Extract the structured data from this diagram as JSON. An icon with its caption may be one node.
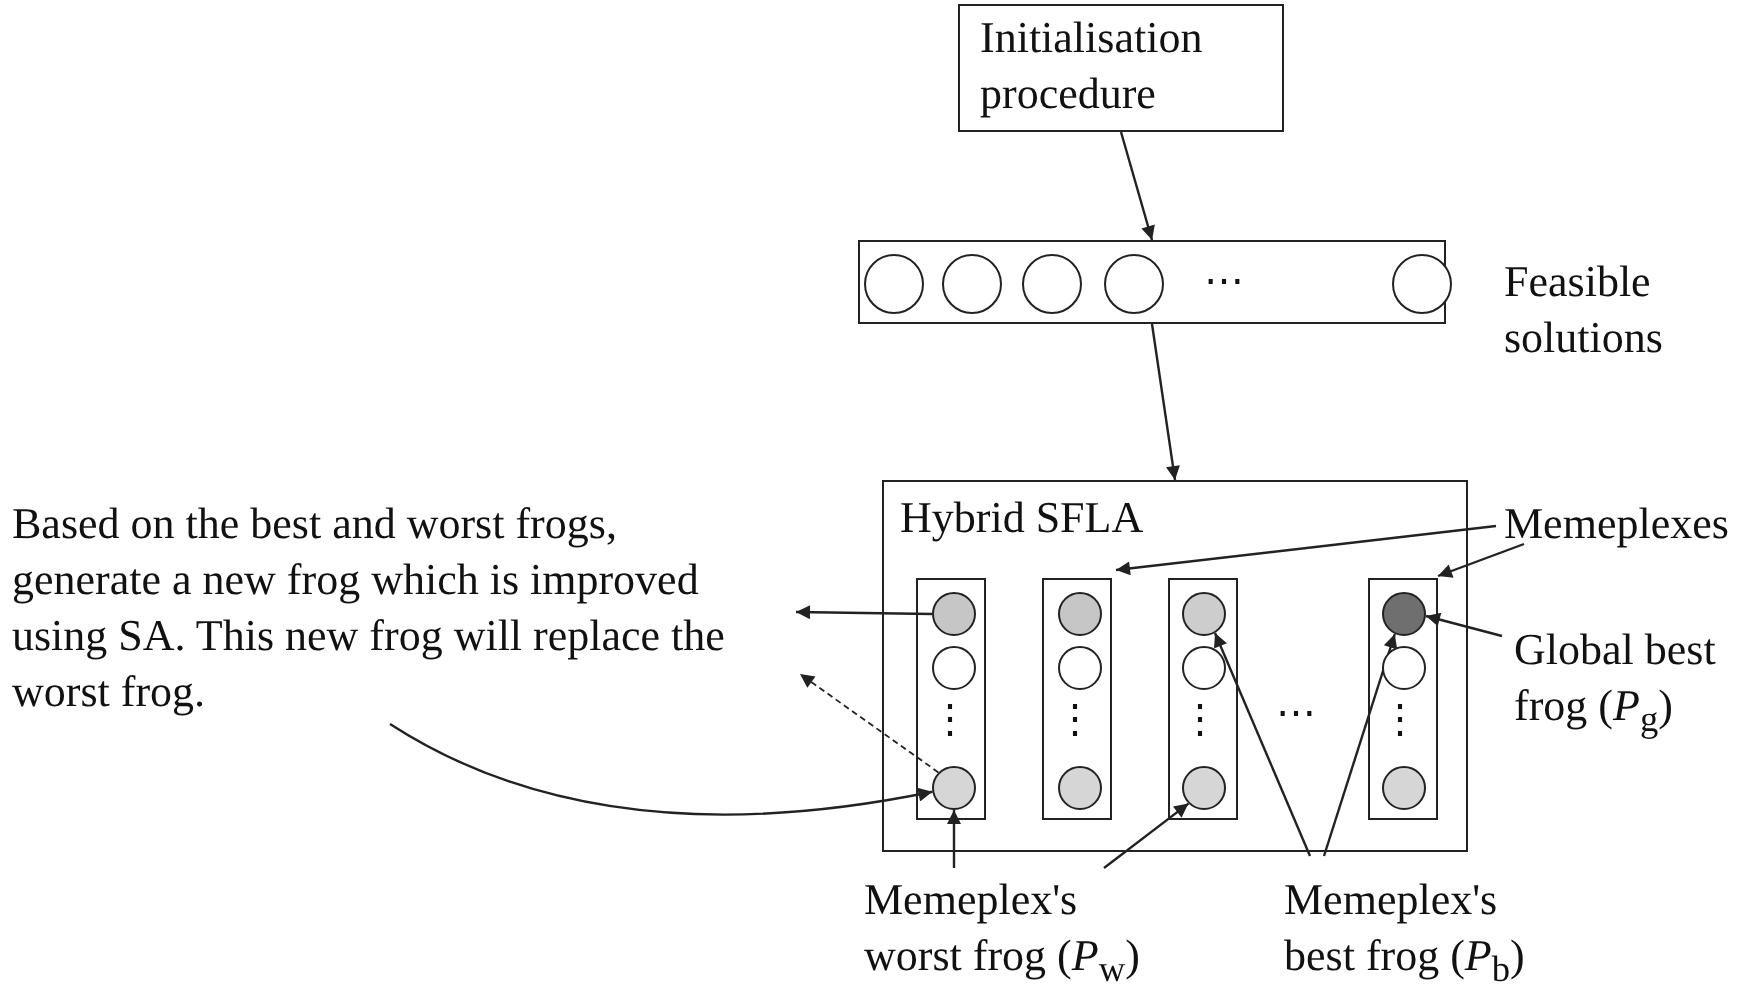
{
  "diagram": {
    "nodes": [
      {
        "text": [
          "Initialisation procedure"
        ]
      },
      {
        "text": [],
        "shape": "box",
        "beside": [
          "Feasible solutions"
        ]
      },
      {
        "text": [],
        "shape": "circle",
        "in": 1
      },
      {
        "text": [],
        "shape": "circle",
        "in": 1
      },
      {
        "text": [],
        "shape": "circle",
        "in": 1
      },
      {
        "text": [],
        "shape": "circle",
        "in": 1
      },
      {
        "text": [],
        "shape": "circle",
        "in": 1
      },
      {
        "text": [
          "Hybrid SFLA"
        ]
      },
      {
        "text": [],
        "shape": "box",
        "in": 7
      },
      {
        "text": [],
        "shape": "circle",
        "in": 8
      },
      {
        "text": [],
        "shape": "circle",
        "in": 8
      },
      {
        "text": [],
        "shape": "circle",
        "in": 8
      },
      {
        "text": [],
        "shape": "box",
        "in": 7
      },
      {
        "text": [],
        "shape": "circle",
        "in": 12
      },
      {
        "text": [],
        "shape": "circle",
        "in": 12
      },
      {
        "text": [],
        "shape": "circle",
        "in": 12
      },
      {
        "text": [],
        "shape": "box",
        "in": 7
      },
      {
        "text": [],
        "shape": "circle",
        "in": 16
      },
      {
        "text": [],
        "shape": "circle",
        "in": 16
      },
      {
        "text": [],
        "shape": "circle",
        "in": 16
      },
      {
        "text": [],
        "shape": "box",
        "in": 7
      },
      {
        "text": [],
        "shape": "circle",
        "in": 20
      },
      {
        "text": [],
        "shape": "circle",
        "in": 20
      },
      {
        "text": [],
        "shape": "circle",
        "in": 20
      },
      {
        "text": [
          "Based on the best and worst frogs, generate a new frog which is improved using SA. This new frog will replace the worst frog."
        ]
      },
      {
        "text": [
          "Memeplexes"
        ]
      },
      {
        "text": [
          "Global best frog (*P*$_{g}$)"
        ]
      },
      {
        "text": [
          "Memeplex's worst frog (*P*$_{w}$)"
        ]
      },
      {
        "text": [
          "Memeplex's best frog (*P*$_{b}$)"
        ]
      }
    ],
    "edges": [
      {
        "from": 0,
        "to": 1,
        "arrow": "to"
      },
      {
        "from": 1,
        "to": 7,
        "arrow": "to"
      },
      {
        "from": 9,
        "to": 24,
        "arrow": "to"
      },
      {
        "from": 11,
        "to": 24,
        "arrow": "to",
        "style": "dashed"
      },
      {
        "from": 24,
        "to": 11,
        "arrow": "to"
      },
      {
        "from": 25,
        "to": 12,
        "arrow": "to"
      },
      {
        "from": 25,
        "to": 20,
        "arrow": "to"
      },
      {
        "from": 26,
        "to": 21,
        "arrow": "to"
      },
      {
        "from": 27,
        "to": 11,
        "arrow": "to"
      },
      {
        "from": 27,
        "to": 19,
        "arrow": "to"
      },
      {
        "from": 28,
        "to": 17,
        "arrow": "to"
      },
      {
        "from": 28,
        "to": 21,
        "arrow": "to"
      }
    ],
    "labels": [
      "⋯",
      "⋮",
      "⋮",
      "⋮",
      "⋯",
      "⋮"
    ]
  }
}
